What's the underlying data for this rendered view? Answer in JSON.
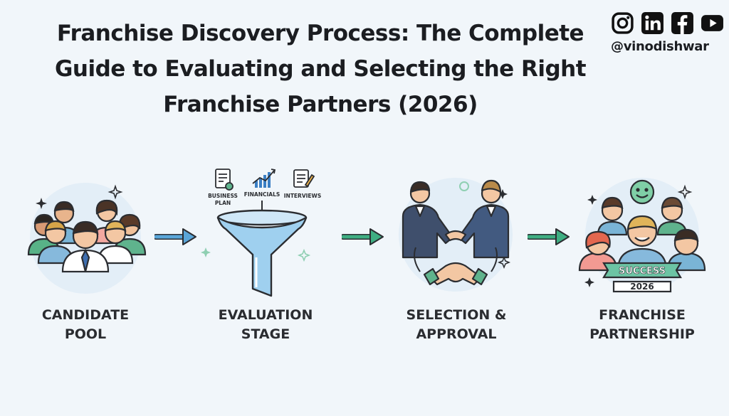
{
  "title": {
    "line1": "Franchise Discovery Process: The Complete",
    "line2": "Guide to Evaluating and Selecting the Right",
    "line3": "Franchise Partners (2026)"
  },
  "social": {
    "icons": [
      "instagram-icon",
      "linkedin-icon",
      "facebook-icon",
      "youtube-icon"
    ],
    "handle": "@vinodishwar"
  },
  "stages": [
    {
      "line1": "CANDIDATE",
      "line2": "POOL",
      "icon": "people-group-icon"
    },
    {
      "line1": "EVALUATION",
      "line2": "STAGE",
      "icon": "funnel-icon",
      "inputs": [
        {
          "line1": "BUSINESS",
          "line2": "PLAN"
        },
        {
          "line1": "FINANCIALS",
          "line2": ""
        },
        {
          "line1": "INTERVIEWS",
          "line2": ""
        }
      ]
    },
    {
      "line1": "SELECTION &",
      "line2": "APPROVAL",
      "icon": "handshake-icon"
    },
    {
      "line1": "FRANCHISE",
      "line2": "PARTNERSHIP",
      "icon": "celebration-group-icon",
      "banner": "SUCCESS",
      "year": "2026"
    }
  ],
  "colors": {
    "background": "#f1f6fa",
    "arrow_1": "#5aa6d9",
    "arrow_2": "#3fae82",
    "arrow_3": "#3fae82",
    "funnel": "#9fd0ef",
    "suit": "#3f4f6c",
    "banner": "#6cc4a4"
  }
}
